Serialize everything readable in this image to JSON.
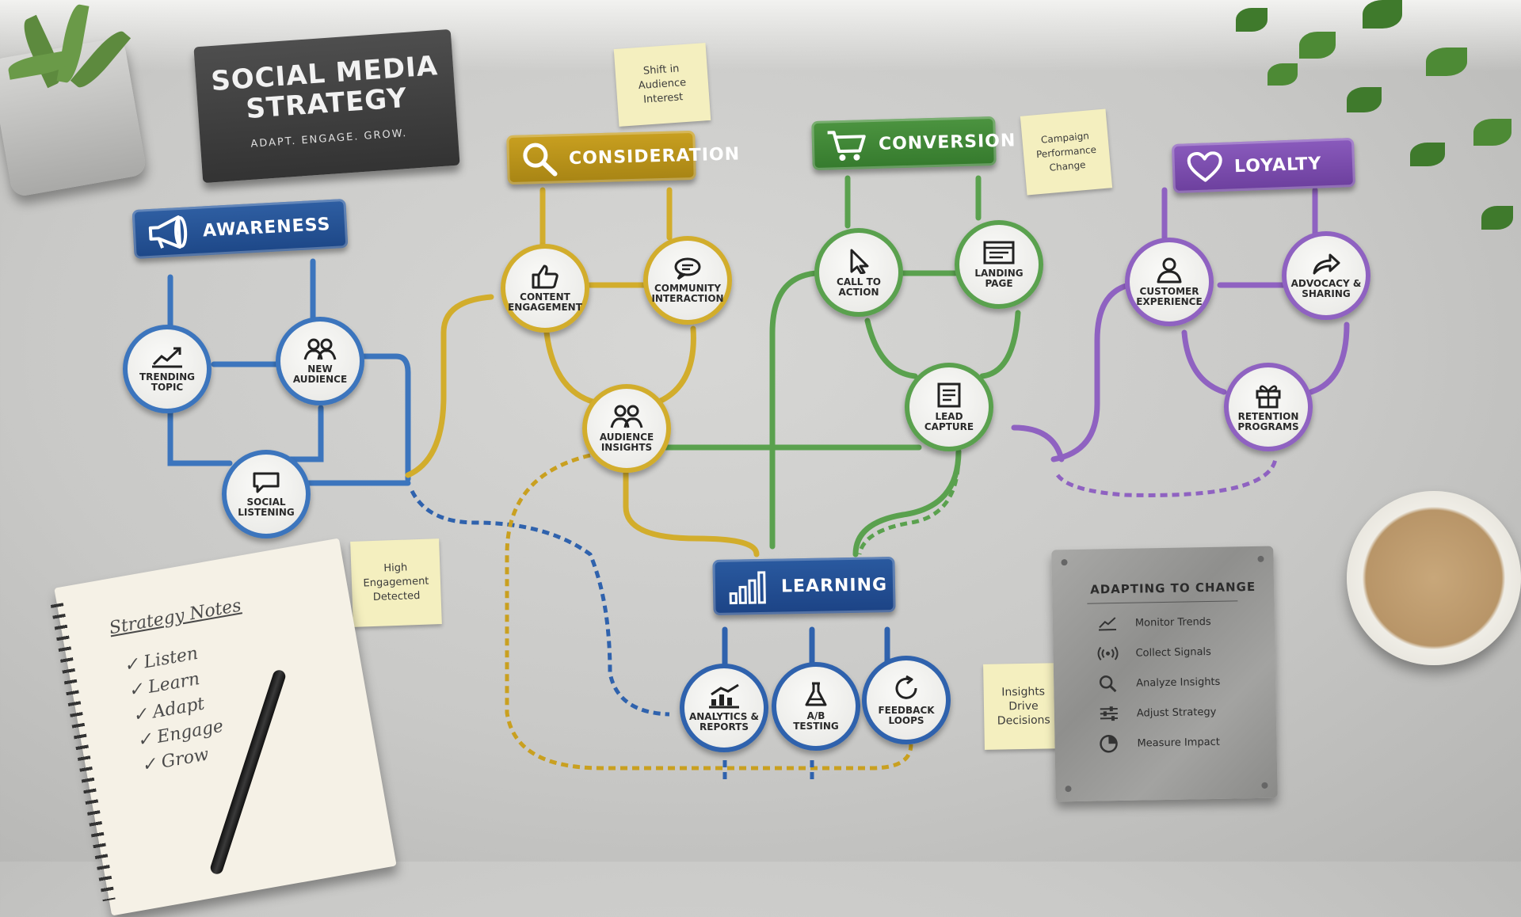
{
  "title": {
    "line1": "SOCIAL MEDIA",
    "line2": "STRATEGY",
    "tagline": "ADAPT. ENGAGE. GROW."
  },
  "stages": {
    "awareness": {
      "label": "AWARENESS",
      "icon": "megaphone-icon",
      "color": "#2f5fa3"
    },
    "consideration": {
      "label": "CONSIDERATION",
      "icon": "magnifier-icon",
      "color": "#c9a020"
    },
    "conversion": {
      "label": "CONVERSION",
      "icon": "shopping-cart-icon",
      "color": "#4c9440"
    },
    "loyalty": {
      "label": "LOYALTY",
      "icon": "heart-icon",
      "color": "#8a5bbd"
    },
    "learning": {
      "label": "LEARNING",
      "icon": "bar-chart-icon",
      "color": "#2a5aa0"
    }
  },
  "nodes": {
    "trending_topic": {
      "line1": "TRENDING",
      "line2": "TOPIC"
    },
    "new_audience": {
      "line1": "NEW",
      "line2": "AUDIENCE"
    },
    "social_listening": {
      "line1": "SOCIAL",
      "line2": "LISTENING"
    },
    "content_engagement": {
      "line1": "CONTENT",
      "line2": "ENGAGEMENT"
    },
    "community_interaction": {
      "line1": "COMMUNITY",
      "line2": "INTERACTION"
    },
    "audience_insights": {
      "line1": "AUDIENCE",
      "line2": "INSIGHTS"
    },
    "call_to_action": {
      "line1": "CALL TO",
      "line2": "ACTION"
    },
    "landing_page": {
      "line1": "LANDING",
      "line2": "PAGE"
    },
    "lead_capture": {
      "line1": "LEAD",
      "line2": "CAPTURE"
    },
    "customer_experience": {
      "line1": "CUSTOMER",
      "line2": "EXPERIENCE"
    },
    "advocacy_sharing": {
      "line1": "ADVOCACY &",
      "line2": "SHARING"
    },
    "retention_programs": {
      "line1": "RETENTION",
      "line2": "PROGRAMS"
    },
    "analytics_reports": {
      "line1": "ANALYTICS &",
      "line2": "REPORTS"
    },
    "ab_testing": {
      "line1": "A/B",
      "line2": "TESTING"
    },
    "feedback_loops": {
      "line1": "FEEDBACK",
      "line2": "LOOPS"
    }
  },
  "sticky_notes": {
    "shift": [
      "Shift in",
      "Audience",
      "Interest"
    ],
    "campaign": [
      "Campaign",
      "Performance",
      "Change"
    ],
    "high": [
      "High",
      "Engagement",
      "Detected"
    ],
    "insights": [
      "Insights",
      "Drive",
      "Decisions"
    ]
  },
  "plaque": {
    "title": "ADAPTING TO CHANGE",
    "items": [
      {
        "label": "Monitor Trends",
        "icon": "trend-line-icon"
      },
      {
        "label": "Collect Signals",
        "icon": "signal-icon"
      },
      {
        "label": "Analyze Insights",
        "icon": "magnifier-icon"
      },
      {
        "label": "Adjust Strategy",
        "icon": "sliders-icon"
      },
      {
        "label": "Measure Impact",
        "icon": "pie-chart-icon"
      }
    ]
  },
  "notebook": {
    "title": "Strategy Notes",
    "items": [
      "Listen",
      "Learn",
      "Adapt",
      "Engage",
      "Grow"
    ]
  }
}
